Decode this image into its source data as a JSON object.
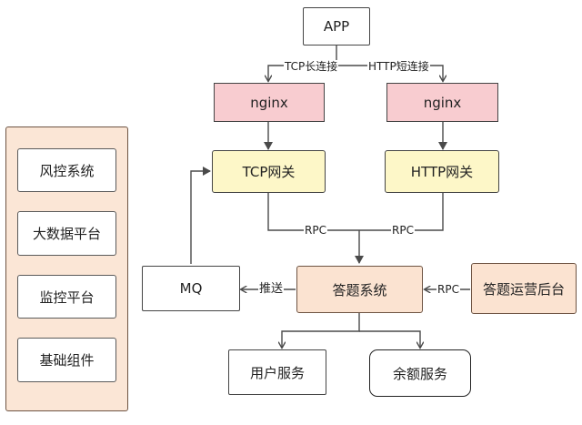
{
  "nodes": {
    "app": "APP",
    "nginx_left": "nginx",
    "nginx_right": "nginx",
    "tcp_gateway": "TCP网关",
    "http_gateway": "HTTP网关",
    "mq": "MQ",
    "answer_system": "答题系统",
    "answer_ops_backend": "答题运营后台",
    "user_service": "用户服务",
    "balance_service": "余额服务"
  },
  "edge_labels": {
    "tcp_long": "TCP长连接",
    "http_short": "HTTP短连接",
    "rpc_left": "RPC",
    "rpc_right": "RPC",
    "push": "推送",
    "rpc_ops": "RPC"
  },
  "side_panel": {
    "items": [
      "风控系统",
      "大数据平台",
      "监控平台",
      "基础组件"
    ]
  },
  "colors": {
    "nginx_fill": "#f8ccd0",
    "gateway_fill": "#fdf7c8",
    "system_fill": "#fbe3d1",
    "panel_fill": "#fbe6d6",
    "line": "#4a4a4a"
  }
}
